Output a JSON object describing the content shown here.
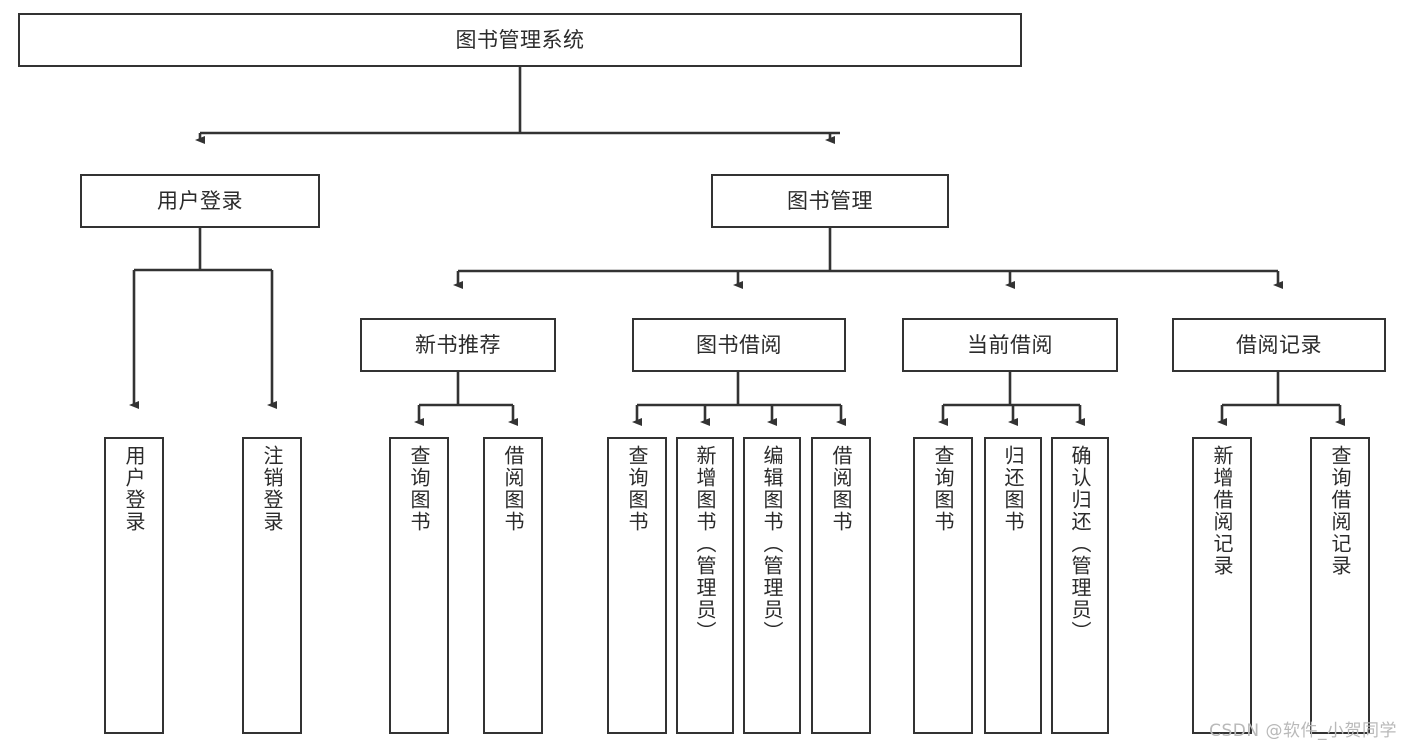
{
  "diagram": {
    "kind": "functional-structure-tree",
    "title": "图书管理系统",
    "background_color": "#ffffff",
    "line_color": "#333333",
    "text_color": "#2b2b2b",
    "nodes": {
      "root": {
        "label": "图书管理系统"
      },
      "level2": [
        {
          "id": "user-login",
          "label": "用户登录"
        },
        {
          "id": "book-manage",
          "label": "图书管理"
        }
      ],
      "level3": [
        {
          "id": "new-book-recommend",
          "label": "新书推荐"
        },
        {
          "id": "book-borrow",
          "label": "图书借阅"
        },
        {
          "id": "current-borrow",
          "label": "当前借阅"
        },
        {
          "id": "borrow-record",
          "label": "借阅记录"
        }
      ],
      "leaves": [
        {
          "id": "leaf-user-login",
          "label": "用户登录",
          "parent": "user-login"
        },
        {
          "id": "leaf-user-logout",
          "label": "注销登录",
          "parent": "user-login"
        },
        {
          "id": "leaf-query-book-1",
          "label": "查询图书",
          "parent": "new-book-recommend"
        },
        {
          "id": "leaf-borrow-book-1",
          "label": "借阅图书",
          "parent": "new-book-recommend"
        },
        {
          "id": "leaf-query-book-2",
          "label": "查询图书",
          "parent": "book-borrow"
        },
        {
          "id": "leaf-add-book",
          "label": "新增图书（管理员）",
          "parent": "book-borrow"
        },
        {
          "id": "leaf-edit-book",
          "label": "编辑图书（管理员）",
          "parent": "book-borrow"
        },
        {
          "id": "leaf-borrow-book-2",
          "label": "借阅图书",
          "parent": "book-borrow"
        },
        {
          "id": "leaf-query-book-3",
          "label": "查询图书",
          "parent": "current-borrow"
        },
        {
          "id": "leaf-return-book",
          "label": "归还图书",
          "parent": "current-borrow"
        },
        {
          "id": "leaf-confirm-return",
          "label": "确认归还（管理员）",
          "parent": "current-borrow"
        },
        {
          "id": "leaf-add-record",
          "label": "新增借阅记录",
          "parent": "borrow-record"
        },
        {
          "id": "leaf-query-record",
          "label": "查询借阅记录",
          "parent": "borrow-record"
        }
      ]
    }
  },
  "watermark": {
    "text": "CSDN @软件_小贺同学"
  }
}
